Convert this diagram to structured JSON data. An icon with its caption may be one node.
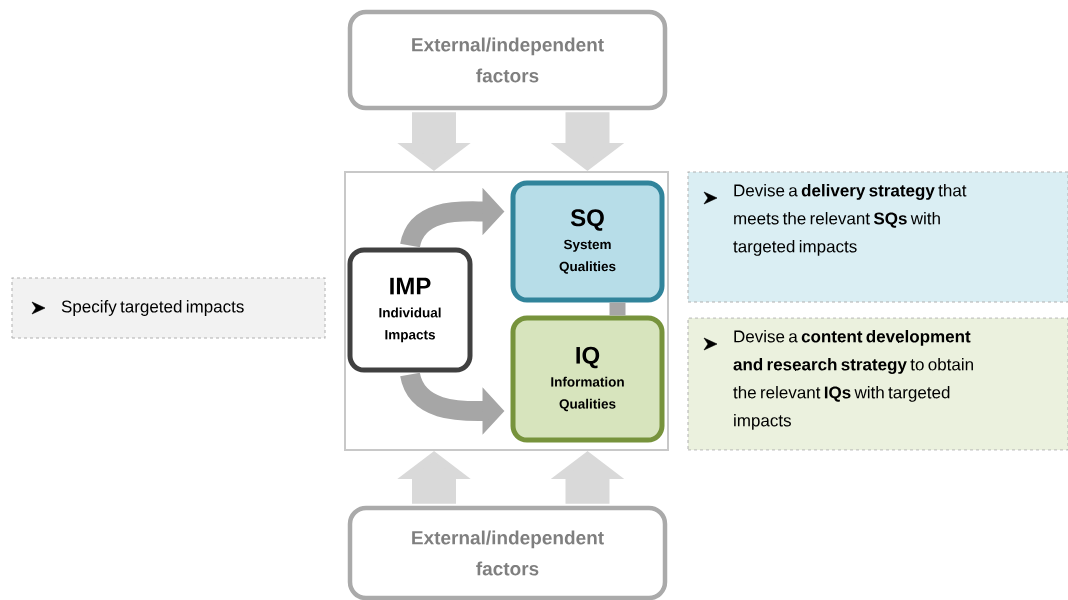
{
  "diagram": {
    "nodes": [
      {
        "text": [
          "External/independent factors"
        ]
      },
      {
        "text": [],
        "shape": "box"
      },
      {
        "text": [
          "IMP",
          "Individual Impacts"
        ],
        "in": 1
      },
      {
        "text": [
          "SQ",
          "System Qualities"
        ],
        "in": 1
      },
      {
        "text": [
          "IQ",
          "Information Qualities"
        ],
        "in": 1
      },
      {
        "text": [
          "External/independent factors"
        ]
      },
      {
        "text": [
          "Specify targeted impacts"
        ]
      },
      {
        "text": [
          "Devise a **delivery strategy** that meets the relevant **SQs** with targeted impacts"
        ]
      },
      {
        "text": [
          "Devise a **content development and research strategy** to obtain the relevant **IQs** with targeted impacts"
        ]
      }
    ],
    "edges": [
      {
        "from": 0,
        "to": 1,
        "arrow": "to"
      },
      {
        "from": 0,
        "to": 1,
        "arrow": "to"
      },
      {
        "from": 5,
        "to": 1,
        "arrow": "to"
      },
      {
        "from": 5,
        "to": 1,
        "arrow": "to"
      },
      {
        "from": 2,
        "to": 3,
        "arrow": "to",
        "color": "#a6a6a6"
      },
      {
        "from": 2,
        "to": 4,
        "arrow": "to",
        "color": "#a6a6a6"
      },
      {
        "from": 3,
        "to": 4,
        "arrow": "none",
        "color": "#a6a6a6"
      }
    ]
  }
}
